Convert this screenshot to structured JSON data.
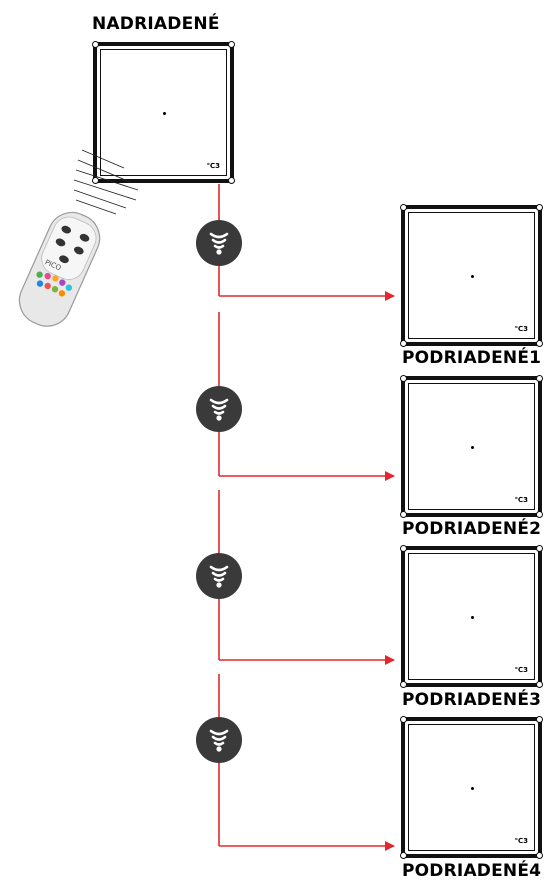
{
  "master": {
    "label": "NADRIADENÉ",
    "logo": "℃3"
  },
  "slaves": [
    {
      "label": "PODRIADENÉ1",
      "logo": "℃3"
    },
    {
      "label": "PODRIADENÉ2",
      "logo": "℃3"
    },
    {
      "label": "PODRIADENÉ3",
      "logo": "℃3"
    },
    {
      "label": "PODRIADENÉ4",
      "logo": "℃3"
    }
  ],
  "remote": {
    "brand": "PICO"
  },
  "colors": {
    "wire": "#e0282e",
    "badge": "#3a3a3a",
    "frame": "#111111"
  },
  "icons": {
    "link": "wireless-signal-icon",
    "controller": "remote-control-icon"
  }
}
